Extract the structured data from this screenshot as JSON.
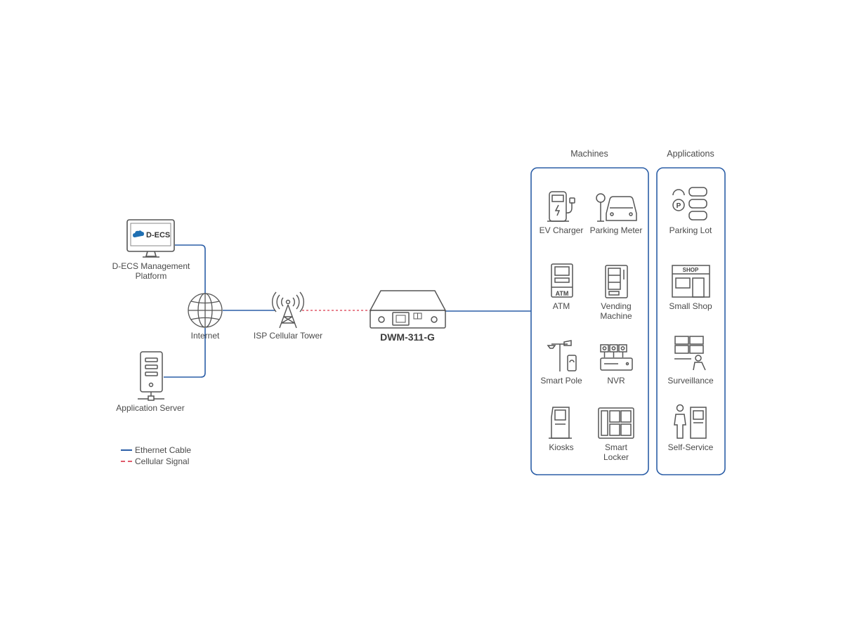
{
  "diagram": {
    "nodes": {
      "decs_platform": {
        "label_line1": "D-ECS Management",
        "label_line2": "Platform",
        "screen_logo": "D-ECS",
        "icon": "monitor-icon"
      },
      "internet": {
        "label": "Internet",
        "icon": "globe-icon"
      },
      "app_server": {
        "label": "Application Server",
        "icon": "server-icon"
      },
      "tower": {
        "label": "ISP Cellular Tower",
        "icon": "cell-tower-icon"
      },
      "router": {
        "label": "DWM-311-G",
        "icon": "router-icon"
      }
    },
    "groups": {
      "machines": {
        "title": "Machines",
        "items": [
          {
            "line1": "EV Charger",
            "line2": "",
            "icon": "ev-charger-icon"
          },
          {
            "line1": "Parking Meter",
            "line2": "",
            "icon": "parking-meter-icon"
          },
          {
            "line1": "ATM",
            "line2": "",
            "icon": "atm-icon"
          },
          {
            "line1": "Vending",
            "line2": "Machine",
            "icon": "vending-machine-icon"
          },
          {
            "line1": "Smart Pole",
            "line2": "",
            "icon": "smart-pole-icon"
          },
          {
            "line1": "NVR",
            "line2": "",
            "icon": "nvr-icon"
          },
          {
            "line1": "Kiosks",
            "line2": "",
            "icon": "kiosk-icon"
          },
          {
            "line1": "Smart",
            "line2": "Locker",
            "icon": "smart-locker-icon"
          }
        ]
      },
      "applications": {
        "title": "Applications",
        "items": [
          {
            "line1": "Parking Lot",
            "icon": "parking-lot-icon"
          },
          {
            "line1": "Small Shop",
            "icon": "small-shop-icon",
            "sign": "SHOP"
          },
          {
            "line1": "Surveillance",
            "icon": "surveillance-icon"
          },
          {
            "line1": "Self-Service",
            "icon": "self-service-icon"
          }
        ]
      }
    },
    "atm_sign": "ATM",
    "parking_sign": "P",
    "legend": {
      "ethernet": "Ethernet Cable",
      "cellular": "Cellular Signal"
    },
    "colors": {
      "ethernet": "#2b5ea7",
      "cellular": "#e05a6a",
      "panel_border": "#2b5ea7",
      "icon_stroke": "#555555",
      "logo_blue": "#1f6fb2"
    }
  }
}
